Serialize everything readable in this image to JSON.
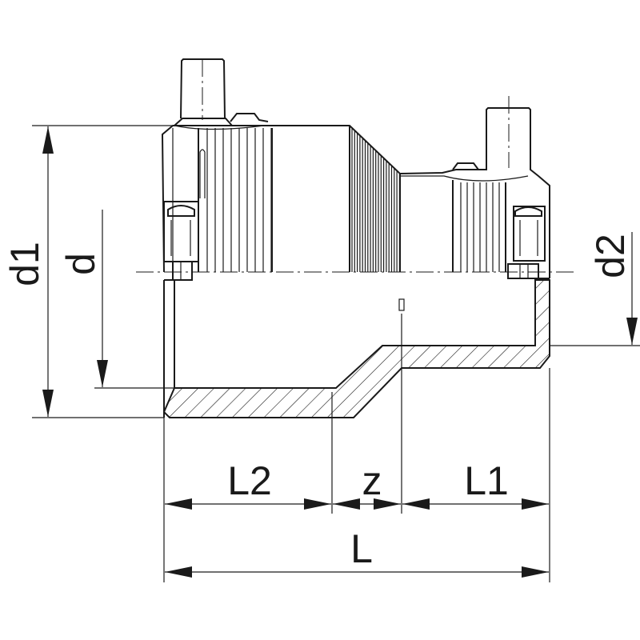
{
  "title": "Electrofusion reducer coupler dimension drawing",
  "dimensions": {
    "d1": "d1",
    "d": "d",
    "d2": "d2",
    "L2": "L2",
    "z": "z",
    "L1": "L1",
    "L": "L"
  },
  "colors": {
    "line": "#1a1a1a",
    "background": "#ffffff"
  }
}
